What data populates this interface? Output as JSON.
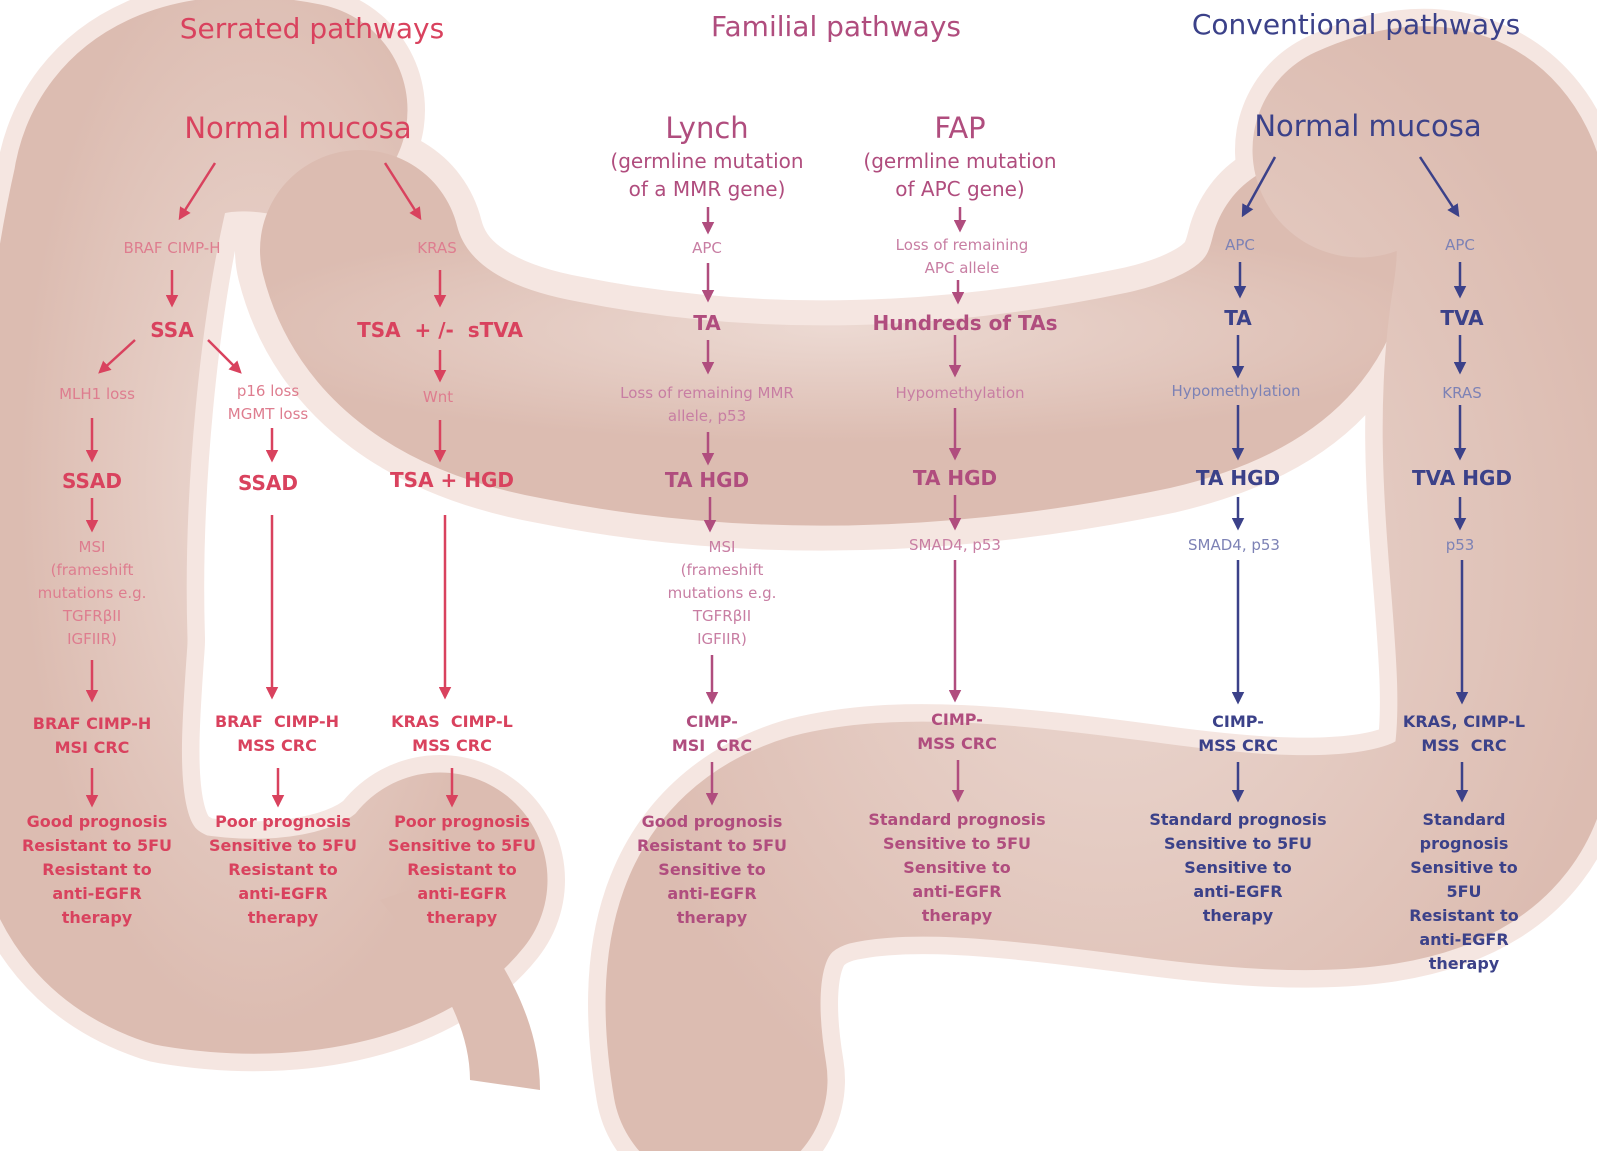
{
  "colors": {
    "serrated": "#d9425e",
    "familial": "#b04d7e",
    "conventional": "#3b4189",
    "colon_fill": "#e7cfc7",
    "colon_halo": "#f4e3de"
  },
  "headers": {
    "serrated": "Serrated pathways",
    "familial": "Familial pathways",
    "conventional": "Conventional pathways"
  },
  "serrated": {
    "normal_mucosa": "Normal mucosa",
    "left": {
      "gene1": "BRAF CIMP-H",
      "lesion1": "SSA",
      "branch_a": {
        "gene": "MLH1 loss",
        "lesion": "SSAD",
        "gene2": "MSI\n(frameshift\nmutations e.g.\nTGFRβII\nIGFIIR)",
        "crc": "BRAF CIMP-H\nMSI CRC",
        "prognosis": "Good prognosis\nResistant to 5FU\nResistant to\nanti-EGFR\ntherapy"
      },
      "branch_b": {
        "gene": "p16 loss\nMGMT loss",
        "lesion": "SSAD",
        "crc": "BRAF  CIMP-H\nMSS CRC",
        "prognosis": "Poor prognosis\nSensitive to 5FU\nResistant to\nanti-EGFR\ntherapy"
      }
    },
    "right": {
      "gene1": "KRAS",
      "lesion1": "TSA  + /-  sTVA",
      "gene2": "Wnt",
      "lesion2": "TSA + HGD",
      "crc": "KRAS  CIMP-L\nMSS CRC",
      "prognosis": "Poor prognosis\nSensitive to 5FU\nResistant to\nanti-EGFR\ntherapy"
    }
  },
  "familial": {
    "lynch": {
      "title": "Lynch",
      "subtitle": "(germline mutation\nof a MMR gene)",
      "gene1": "APC",
      "lesion1": "TA",
      "gene2": "Loss of remaining MMR\nallele, p53",
      "lesion2": "TA HGD",
      "gene3": "MSI\n(frameshift\nmutations e.g.\nTGFRβII\nIGFIIR)",
      "crc": "CIMP-\nMSI  CRC",
      "prognosis": "Good prognosis\nResistant to 5FU\nSensitive to\nanti-EGFR\ntherapy"
    },
    "fap": {
      "title": "FAP",
      "subtitle": "(germline mutation\nof APC gene)",
      "gene1": "Loss of remaining\nAPC allele",
      "lesion1": "Hundreds of TAs",
      "gene2": "Hypomethylation",
      "lesion2": "TA HGD",
      "gene3": "SMAD4, p53",
      "crc": "CIMP-\nMSS CRC",
      "prognosis": "Standard prognosis\nSensitive to 5FU\nSensitive to\nanti-EGFR\ntherapy"
    }
  },
  "conventional": {
    "normal_mucosa": "Normal mucosa",
    "left": {
      "gene1": "APC",
      "lesion1": "TA",
      "gene2": "Hypomethylation",
      "lesion2": "TA HGD",
      "gene3": "SMAD4, p53",
      "crc": "CIMP-\nMSS CRC",
      "prognosis": "Standard prognosis\nSensitive to 5FU\nSensitive to\nanti-EGFR\ntherapy"
    },
    "right": {
      "gene1": "APC",
      "lesion1": "TVA",
      "gene2": "KRAS",
      "lesion2": "TVA HGD",
      "gene3": "p53",
      "crc": "KRAS, CIMP-L\nMSS  CRC",
      "prognosis": "Standard prognosis\nSensitive to 5FU\nResistant to\nanti-EGFR\ntherapy"
    }
  }
}
